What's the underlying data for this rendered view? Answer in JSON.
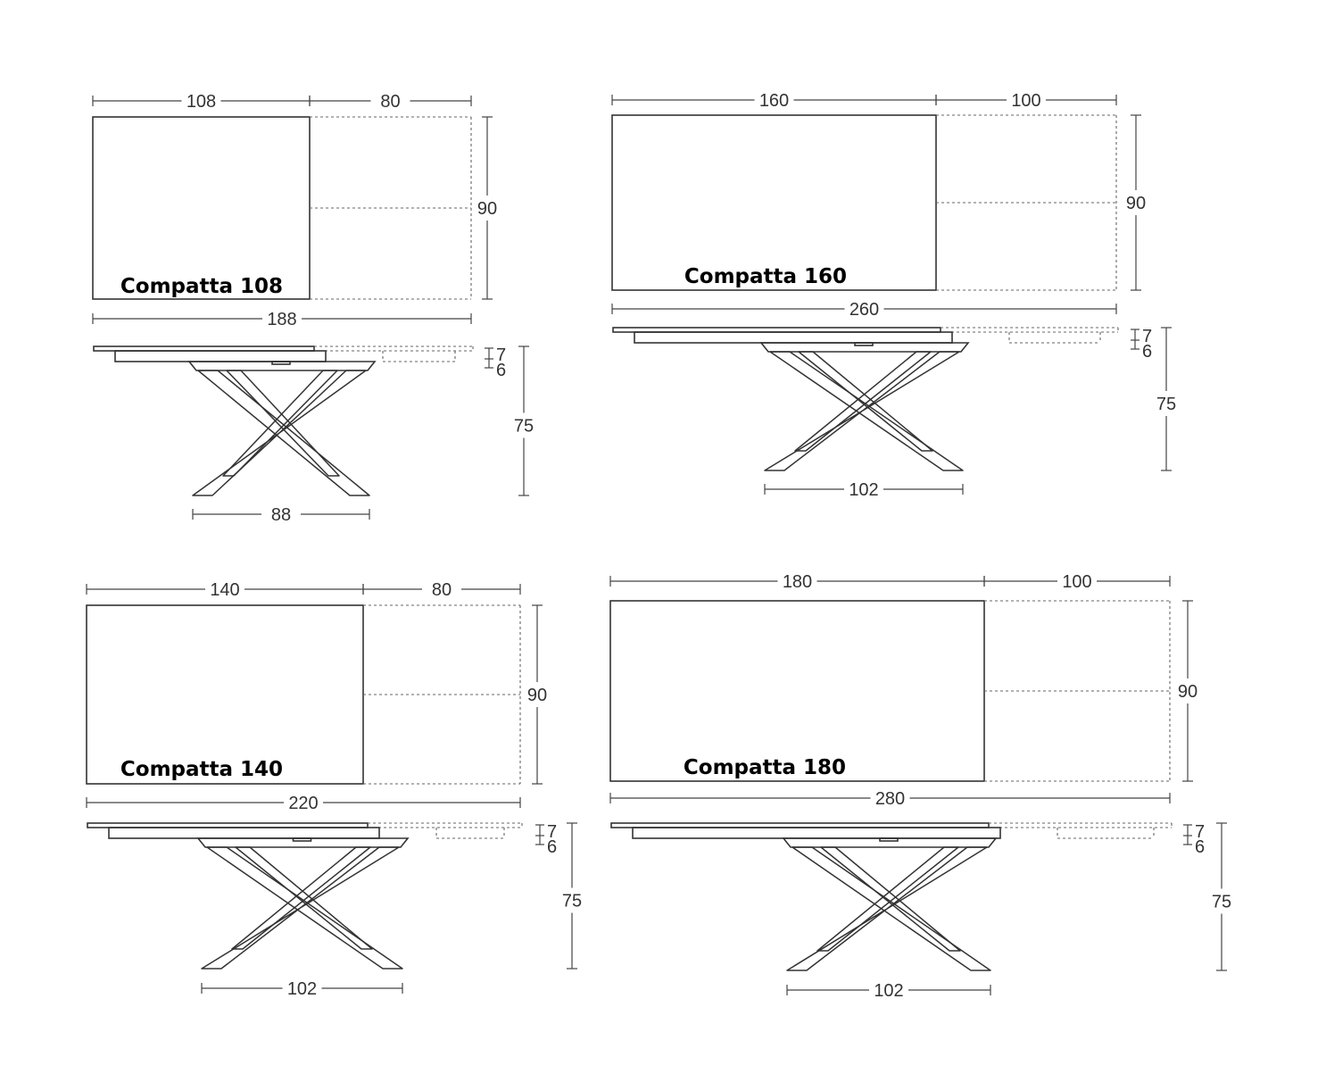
{
  "tables": [
    {
      "title": "Compatta 108",
      "dims": {
        "base": "108",
        "ext": "80",
        "depth": "90",
        "total": "188",
        "top_t": "7",
        "frame_t": "6",
        "height": "75",
        "foot": "88"
      }
    },
    {
      "title": "Compatta 160",
      "dims": {
        "base": "160",
        "ext": "100",
        "depth": "90",
        "total": "260",
        "top_t": "7",
        "frame_t": "6",
        "height": "75",
        "foot": "102"
      }
    },
    {
      "title": "Compatta 140",
      "dims": {
        "base": "140",
        "ext": "80",
        "depth": "90",
        "total": "220",
        "top_t": "7",
        "frame_t": "6",
        "height": "75",
        "foot": "102"
      }
    },
    {
      "title": "Compatta 180",
      "dims": {
        "base": "180",
        "ext": "100",
        "depth": "90",
        "total": "280",
        "top_t": "7",
        "frame_t": "6",
        "height": "75",
        "foot": "102"
      }
    }
  ],
  "colors": {
    "line": "#333333",
    "dashed": "#666666",
    "title": "#000000",
    "background": "#ffffff"
  }
}
